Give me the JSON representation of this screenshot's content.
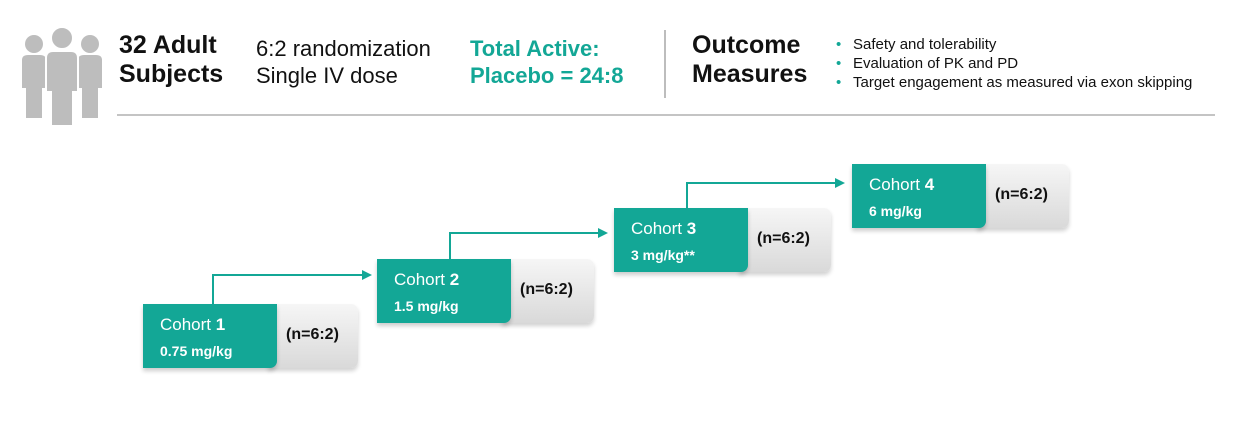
{
  "colors": {
    "accent": "#13a796",
    "text": "#111111",
    "icon": "#bdbdbd"
  },
  "header": {
    "people_icon": "people-group-icon",
    "subjects_line1": "32 Adult",
    "subjects_line2": "Subjects",
    "randomization_line1": "6:2 randomization",
    "randomization_line2": "Single IV dose",
    "ratio_line1": "Total Active:",
    "ratio_line2": "Placebo = 24:8",
    "outcome_line1": "Outcome",
    "outcome_line2": "Measures",
    "outcome_items": [
      "Safety and tolerability",
      "Evaluation of PK and PD",
      "Target engagement as measured via exon skipping"
    ],
    "bullet": "•"
  },
  "cohorts": [
    {
      "label": "Cohort",
      "number": "1",
      "dose": "0.75 mg/kg",
      "n": "(n=6:2)"
    },
    {
      "label": "Cohort",
      "number": "2",
      "dose": "1.5 mg/kg",
      "n": "(n=6:2)"
    },
    {
      "label": "Cohort",
      "number": "3",
      "dose": "3 mg/kg**",
      "n": "(n=6:2)"
    },
    {
      "label": "Cohort",
      "number": "4",
      "dose": "6 mg/kg",
      "n": "(n=6:2)"
    }
  ]
}
